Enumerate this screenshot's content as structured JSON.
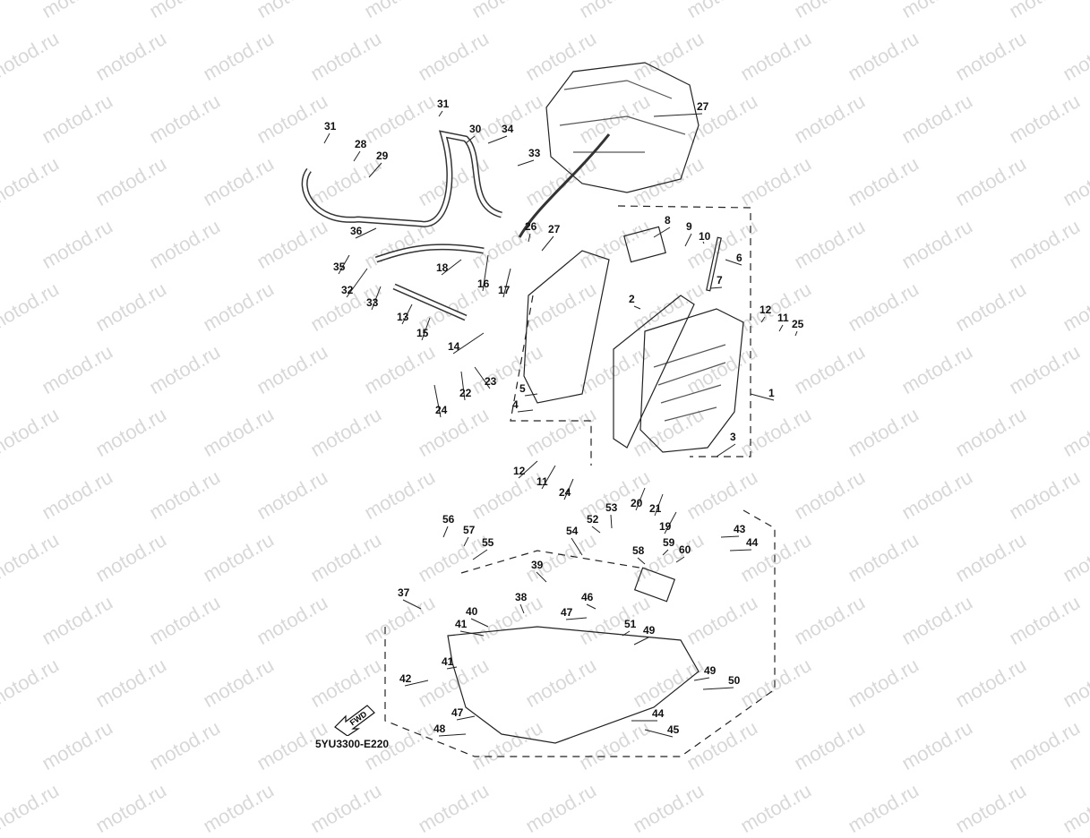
{
  "watermark": "motod.ru",
  "drawing_code": "5YU3300-E220",
  "fwd_label": "FWD",
  "callouts": [
    {
      "label": "27"
    },
    {
      "label": "31"
    },
    {
      "label": "30"
    },
    {
      "label": "34"
    },
    {
      "label": "31"
    },
    {
      "label": "28"
    },
    {
      "label": "29"
    },
    {
      "label": "33"
    },
    {
      "label": "8"
    },
    {
      "label": "9"
    },
    {
      "label": "10"
    },
    {
      "label": "6"
    },
    {
      "label": "26"
    },
    {
      "label": "27"
    },
    {
      "label": "36"
    },
    {
      "label": "35"
    },
    {
      "label": "18"
    },
    {
      "label": "32"
    },
    {
      "label": "16"
    },
    {
      "label": "17"
    },
    {
      "label": "33"
    },
    {
      "label": "7"
    },
    {
      "label": "2"
    },
    {
      "label": "13"
    },
    {
      "label": "12"
    },
    {
      "label": "11"
    },
    {
      "label": "25"
    },
    {
      "label": "15"
    },
    {
      "label": "14"
    },
    {
      "label": "1"
    },
    {
      "label": "22"
    },
    {
      "label": "23"
    },
    {
      "label": "5"
    },
    {
      "label": "24"
    },
    {
      "label": "4"
    },
    {
      "label": "3"
    },
    {
      "label": "12"
    },
    {
      "label": "11"
    },
    {
      "label": "24"
    },
    {
      "label": "20"
    },
    {
      "label": "21"
    },
    {
      "label": "19"
    },
    {
      "label": "56"
    },
    {
      "label": "53"
    },
    {
      "label": "52"
    },
    {
      "label": "57"
    },
    {
      "label": "54"
    },
    {
      "label": "43"
    },
    {
      "label": "55"
    },
    {
      "label": "58"
    },
    {
      "label": "59"
    },
    {
      "label": "44"
    },
    {
      "label": "60"
    },
    {
      "label": "39"
    },
    {
      "label": "37"
    },
    {
      "label": "38"
    },
    {
      "label": "46"
    },
    {
      "label": "40"
    },
    {
      "label": "47"
    },
    {
      "label": "41"
    },
    {
      "label": "51"
    },
    {
      "label": "49"
    },
    {
      "label": "41"
    },
    {
      "label": "42"
    },
    {
      "label": "49"
    },
    {
      "label": "50"
    },
    {
      "label": "47"
    },
    {
      "label": "44"
    },
    {
      "label": "48"
    },
    {
      "label": "45"
    }
  ]
}
